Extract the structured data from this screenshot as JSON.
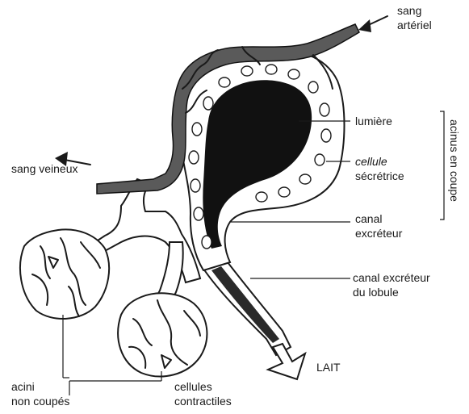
{
  "labels": {
    "sang_arteriel_1": "sang",
    "sang_arteriel_2": "artériel",
    "lumiere": "lumière",
    "cellule_1": "cellule",
    "cellule_2": "sécrétrice",
    "canal_1": "canal",
    "canal_2": "excréteur",
    "canal_lobule_1": "canal excréteur",
    "canal_lobule_2": "du lobule",
    "sang_veineux": "sang veineux",
    "acini_1": "acini",
    "acini_2": "non coupés",
    "cellules_1": "cellules",
    "cellules_2": "contractiles",
    "lait": "LAIT",
    "acinus_en_coupe": "acinus en coupe"
  }
}
